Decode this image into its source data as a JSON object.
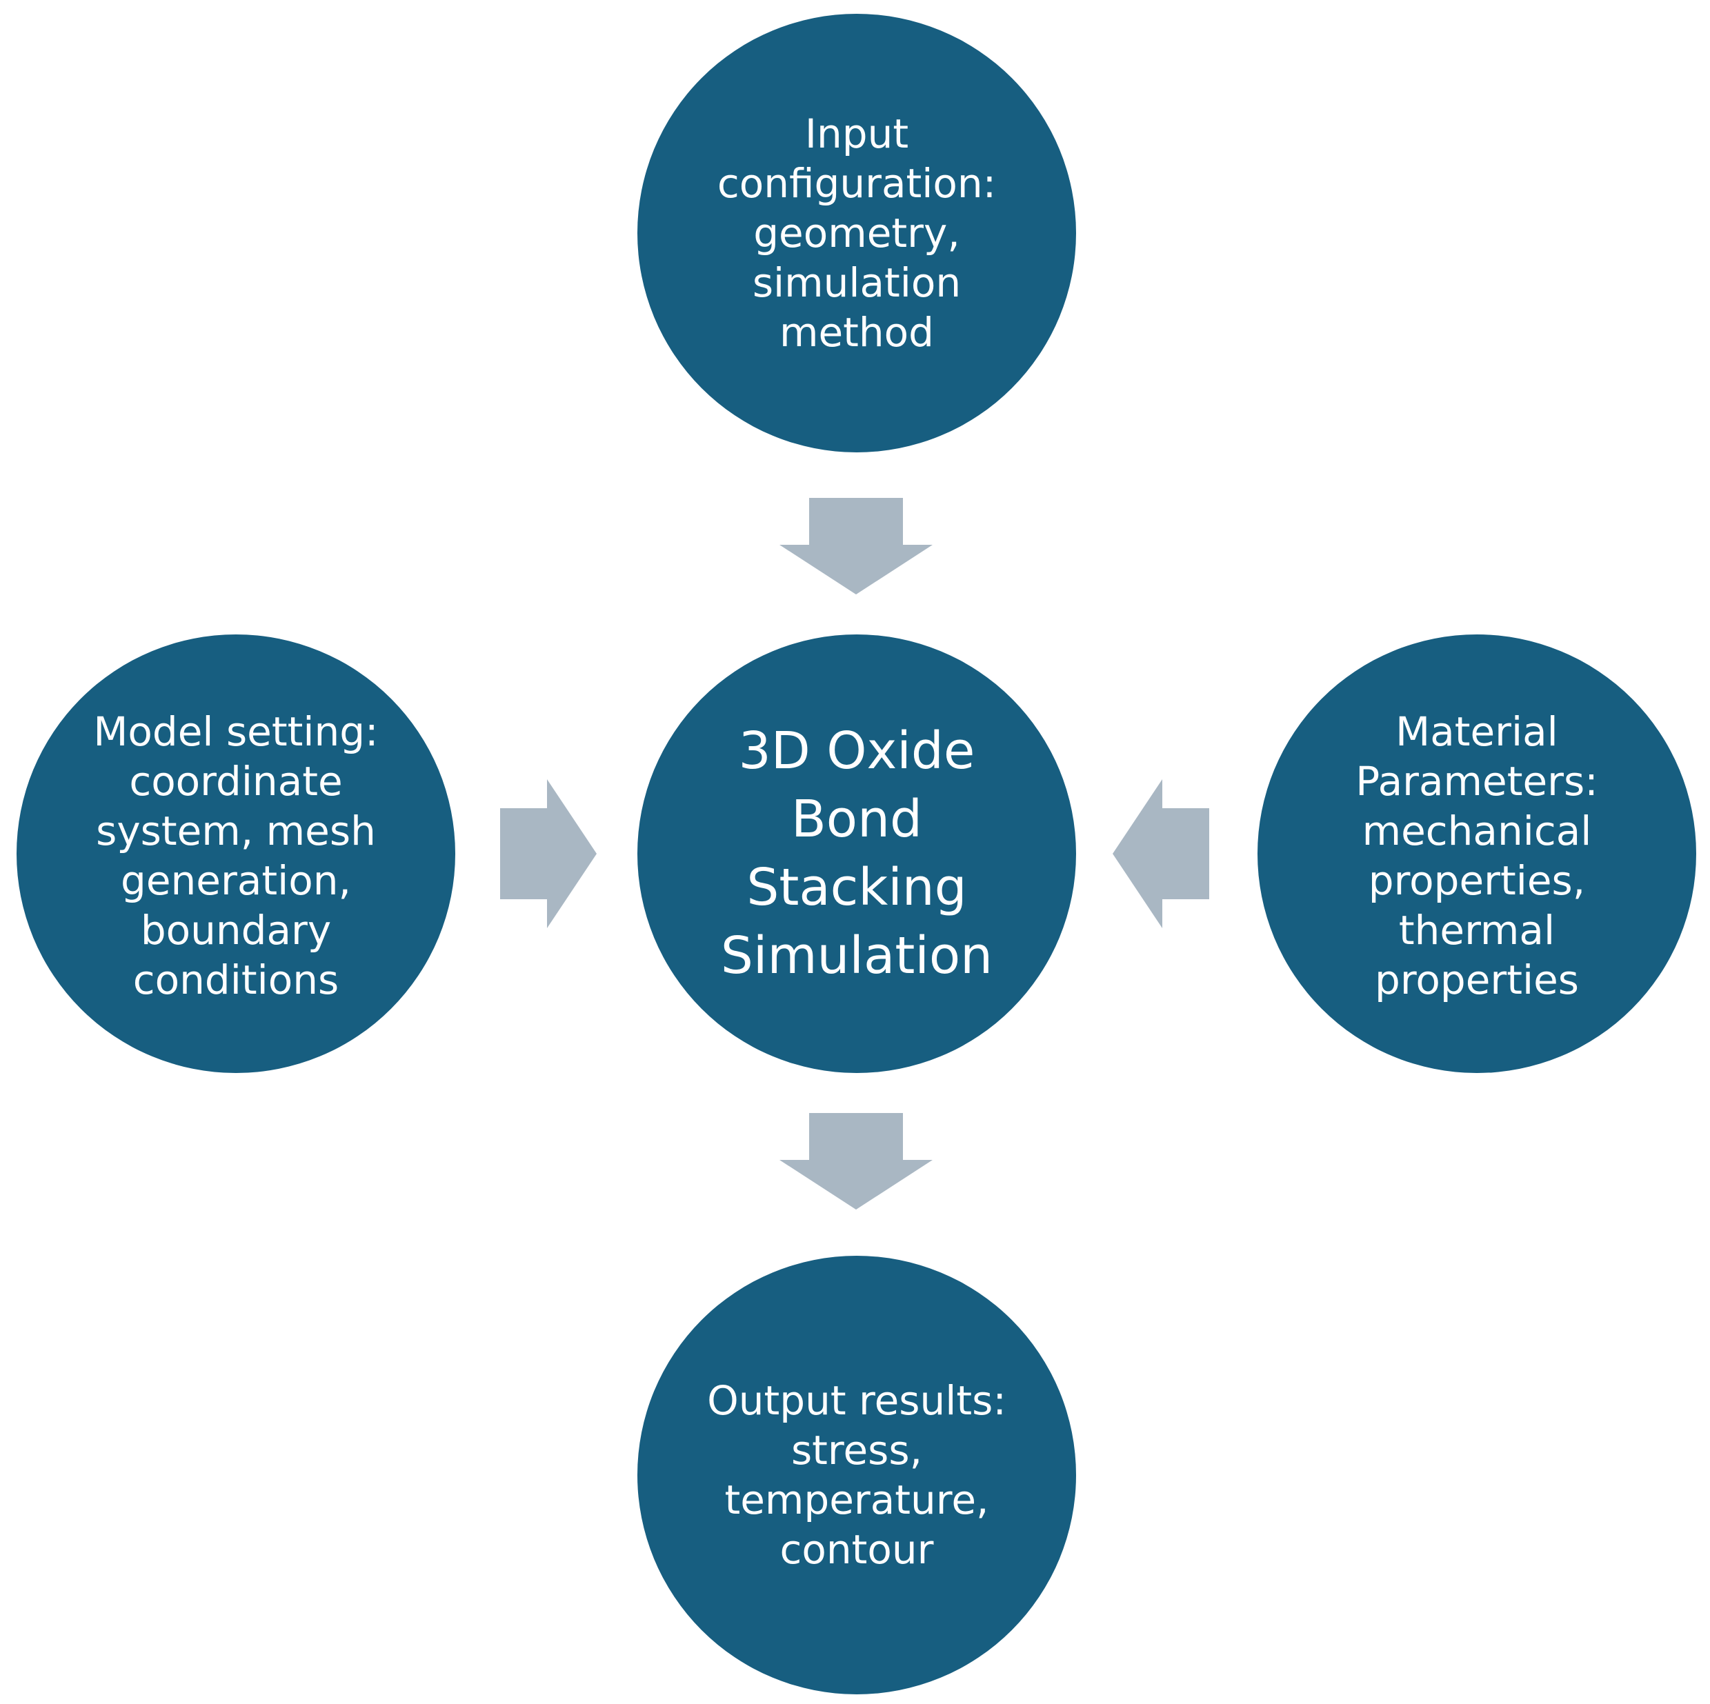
{
  "colors": {
    "node_fill": "#175e80",
    "node_text": "#ffffff",
    "arrow_fill": "#a9b7c3",
    "background": "#ffffff"
  },
  "nodes": {
    "top": {
      "lines": [
        "Input",
        "configuration:",
        "geometry,",
        "simulation",
        "method"
      ]
    },
    "center": {
      "lines": [
        "3D Oxide",
        "Bond",
        "Stacking",
        "Simulation"
      ]
    },
    "left": {
      "lines": [
        "Model setting:",
        "coordinate",
        "system, mesh",
        "generation,",
        "boundary",
        "conditions"
      ]
    },
    "right": {
      "lines": [
        "Material",
        "Parameters:",
        "mechanical",
        "properties,",
        "thermal",
        "properties"
      ]
    },
    "bottom": {
      "lines": [
        "Output results:",
        "stress,",
        "temperature,",
        "contour"
      ]
    }
  },
  "arrows": [
    {
      "id": "top-to-center",
      "direction": "down"
    },
    {
      "id": "left-to-center",
      "direction": "right"
    },
    {
      "id": "right-to-center",
      "direction": "left"
    },
    {
      "id": "center-to-bottom",
      "direction": "down"
    }
  ]
}
